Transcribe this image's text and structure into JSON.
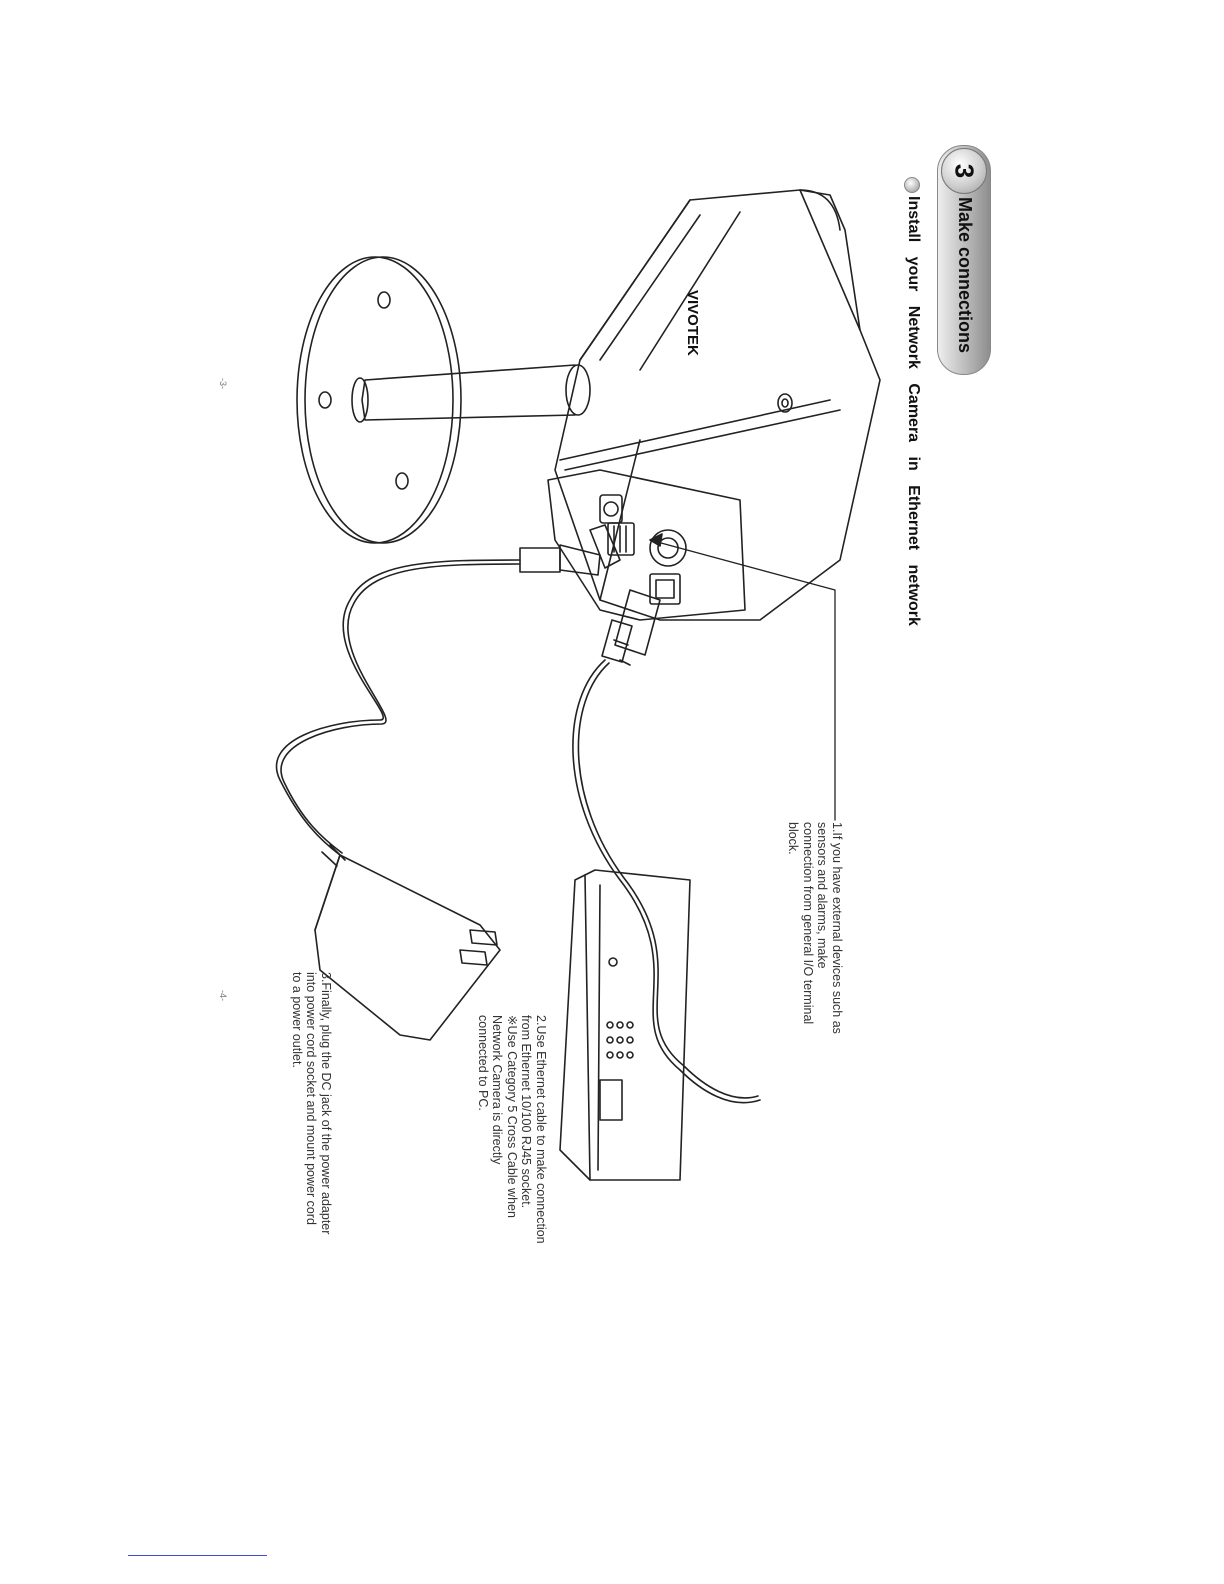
{
  "section": {
    "number": "3",
    "title": "Make connections",
    "subtitle": "Install your Network Camera in Ethernet network"
  },
  "notes": {
    "note1": [
      "1.If you have external devices such as",
      "  sensors and alarms, make",
      "  connection from general I/O terminal",
      "  block."
    ],
    "note2": [
      "2.Use Ethernet cable to make connection",
      "  from Ethernet 10/100 RJ45 socket.",
      "※Use Category 5 Cross Cable when",
      "  Network Camera is directly",
      "  connected to PC."
    ],
    "note3": [
      "3.Finally, plug the DC jack of the power adapter",
      "  into power cord socket and mount power cord",
      "  to a power outlet."
    ]
  },
  "page_numbers": {
    "left": "-3-",
    "right": "-4-"
  },
  "brand_logo": "VIVOTEK",
  "colors": {
    "line": "#222222",
    "badge": "#b5b5b5",
    "footer_rule": "#3b4fd4"
  }
}
